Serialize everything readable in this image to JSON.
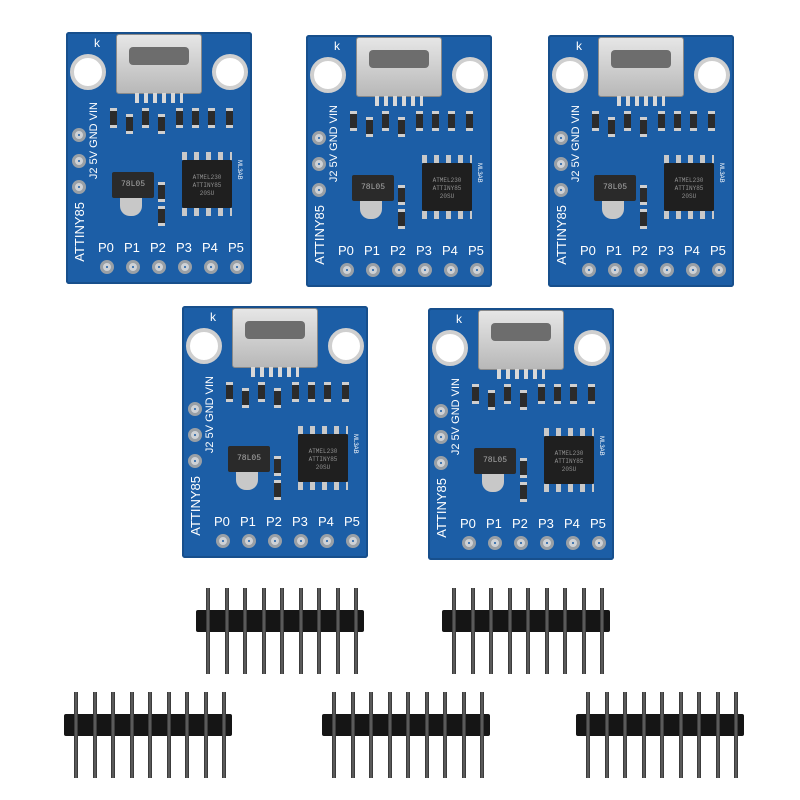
{
  "scene": "product photo of five ATtiny85 micro USB development boards with five pin header strips",
  "colors": {
    "pcb": "#1c5ea6",
    "background": "#ffffff",
    "header": "#151515"
  },
  "board": {
    "k_label": "k",
    "side_labels": [
      "J2",
      "5V",
      "GND",
      "VIN"
    ],
    "side_title": "ATTINY85",
    "pin_labels": [
      "P0",
      "P1",
      "P2",
      "P3",
      "P4",
      "P5"
    ],
    "regulator": "78L05",
    "chip_lines": [
      "ATMEL230",
      "ATTINY85",
      "20SU"
    ],
    "silk_code": "ML3AB"
  },
  "boards_count": 5,
  "headers_count": 5
}
